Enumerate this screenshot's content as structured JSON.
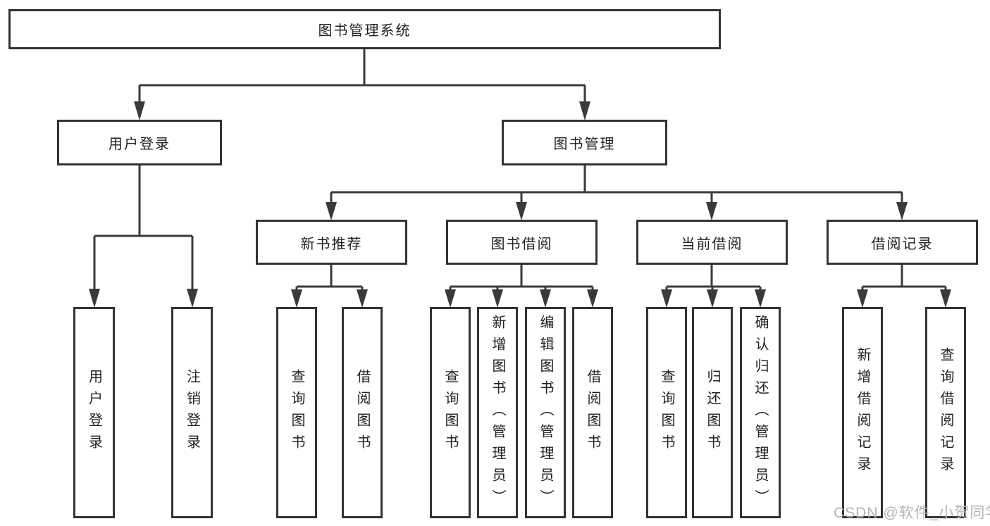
{
  "diagram_title": "图书管理系统",
  "tree": {
    "label": "图书管理系统",
    "children": [
      {
        "label": "用户登录",
        "children": [
          {
            "label": "用户登录"
          },
          {
            "label": "注销登录"
          }
        ]
      },
      {
        "label": "图书管理",
        "children": [
          {
            "label": "新书推荐",
            "children": [
              {
                "label": "查询图书"
              },
              {
                "label": "借阅图书"
              }
            ]
          },
          {
            "label": "图书借阅",
            "children": [
              {
                "label": "查询图书"
              },
              {
                "label": "新增图书（管理员）"
              },
              {
                "label": "编辑图书（管理员）"
              },
              {
                "label": "借阅图书"
              }
            ]
          },
          {
            "label": "当前借阅",
            "children": [
              {
                "label": "查询图书"
              },
              {
                "label": "归还图书"
              },
              {
                "label": "确认归还（管理员）"
              }
            ]
          },
          {
            "label": "借阅记录",
            "children": [
              {
                "label": "新增借阅记录"
              },
              {
                "label": "查询借阅记录"
              }
            ]
          }
        ]
      }
    ]
  },
  "watermark": {
    "text": "CSDN @软件_小贺同学"
  },
  "colors": {
    "line": "#3a3a3a",
    "node_border": "#333333",
    "text": "#222222",
    "watermark": "#b4b4b4",
    "background": "#ffffff"
  }
}
